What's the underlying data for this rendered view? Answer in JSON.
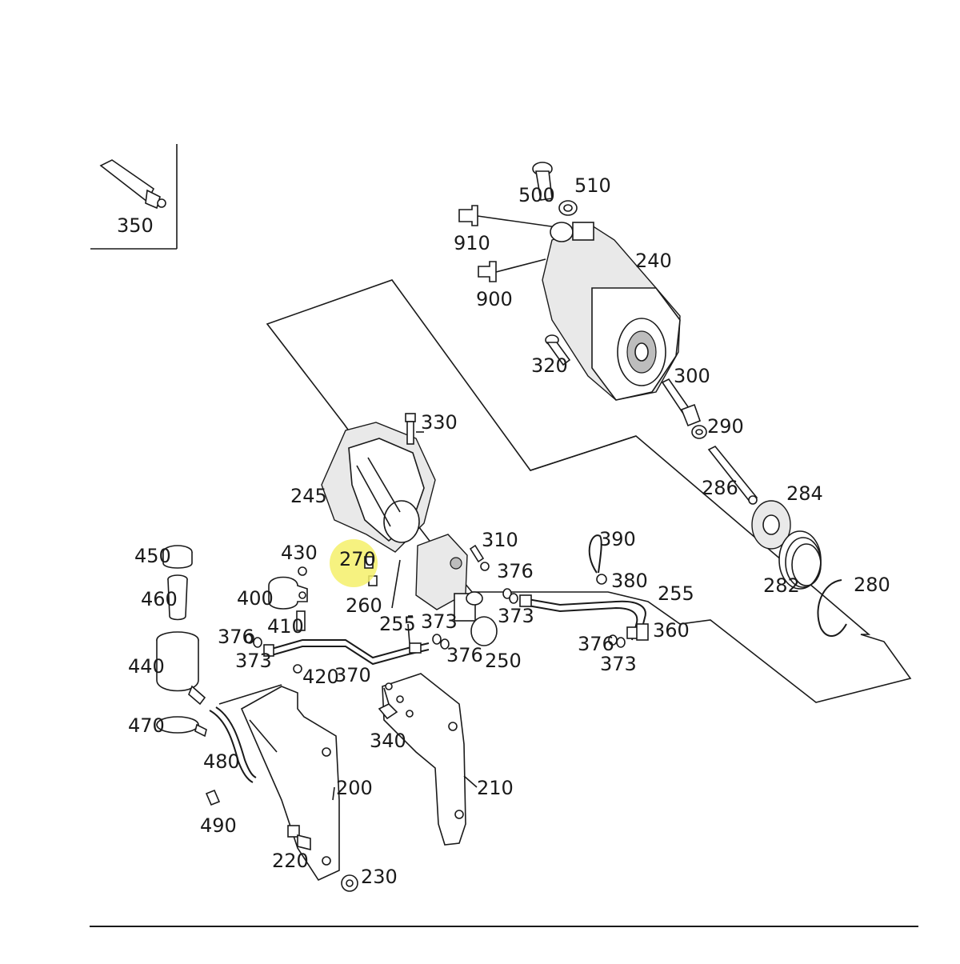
{
  "diagram": {
    "highlight_color": "#f5f06a",
    "line_color": "#1a1a1a",
    "highlighted_label": "270",
    "labels": {
      "l350": "350",
      "l500": "500",
      "l510": "510",
      "l910": "910",
      "l900": "900",
      "l240": "240",
      "l320": "320",
      "l300": "300",
      "l290": "290",
      "l330": "330",
      "l286": "286",
      "l284": "284",
      "l245": "245",
      "l310": "310",
      "l390": "390",
      "l450": "450",
      "l430": "430",
      "l270": "270",
      "l376a": "376",
      "l380": "380",
      "l255a": "255",
      "l460": "460",
      "l400": "400",
      "l260": "260",
      "l373a": "373",
      "l373b": "373",
      "l282": "282",
      "l280": "280",
      "l410": "410",
      "l255b": "255",
      "l376b": "376",
      "l360": "360",
      "l376c": "376",
      "l373c": "373",
      "l376d": "376",
      "l250": "250",
      "l373d": "373",
      "l440": "440",
      "l420": "420",
      "l370": "370",
      "l470": "470",
      "l340": "340",
      "l480": "480",
      "l200": "200",
      "l210": "210",
      "l490": "490",
      "l220": "220",
      "l230": "230"
    }
  }
}
